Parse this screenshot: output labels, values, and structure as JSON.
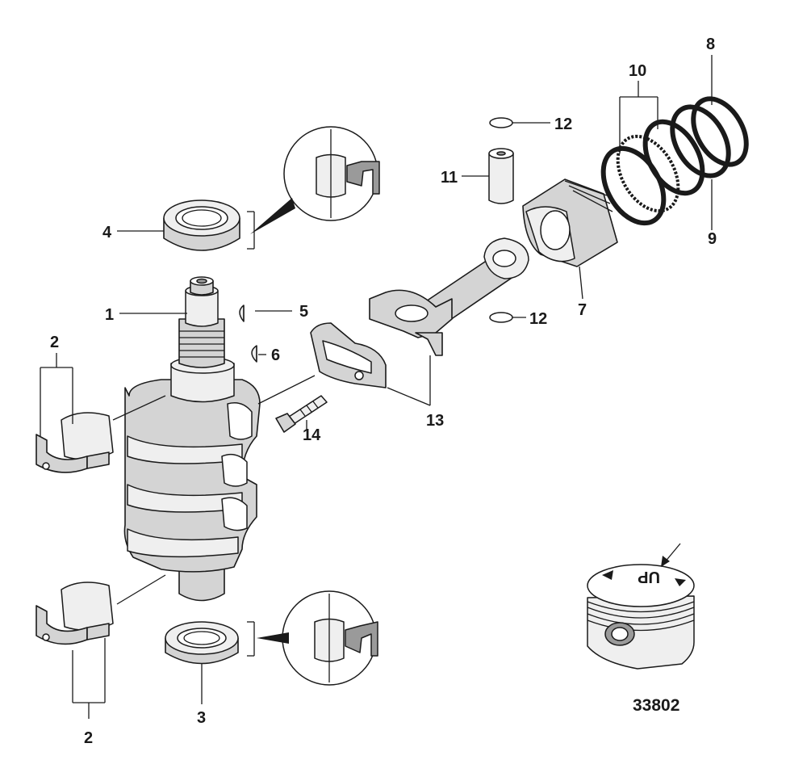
{
  "diagram": {
    "figure_number": "33802",
    "callouts": {
      "c1": "1",
      "c2a": "2",
      "c2b": "2",
      "c3": "3",
      "c4": "4",
      "c5": "5",
      "c6": "6",
      "c7": "7",
      "c8": "8",
      "c9": "9",
      "c10": "10",
      "c11": "11",
      "c12a": "12",
      "c12b": "12",
      "c13": "13",
      "c14": "14"
    },
    "piston_crown_marking": "UP"
  }
}
